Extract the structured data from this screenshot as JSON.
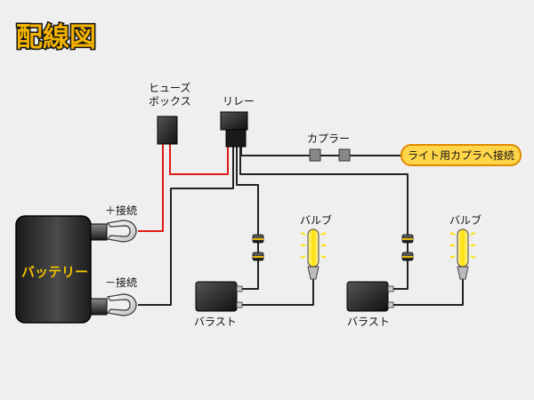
{
  "title": "配線図",
  "labels": {
    "fuse_box_line1": "ヒューズ",
    "fuse_box_line2": "ボックス",
    "relay": "リレー",
    "coupler": "カプラー",
    "callout": "ライト用カプラへ接続",
    "plus_connect": "＋接続",
    "minus_connect": "－接続",
    "battery": "バッテリー",
    "bulb_left": "バルブ",
    "bulb_right": "バルブ",
    "ballast_left": "バラスト",
    "ballast_right": "バラスト"
  },
  "colors": {
    "background": "#efefef",
    "title": "#f2b200",
    "wire_black": "#222222",
    "wire_red": "#e01818",
    "callout_fill": "#ffd54a",
    "callout_border": "#e08a00",
    "battery_text": "#f2c200",
    "bulb_glow": "#ffe000"
  }
}
